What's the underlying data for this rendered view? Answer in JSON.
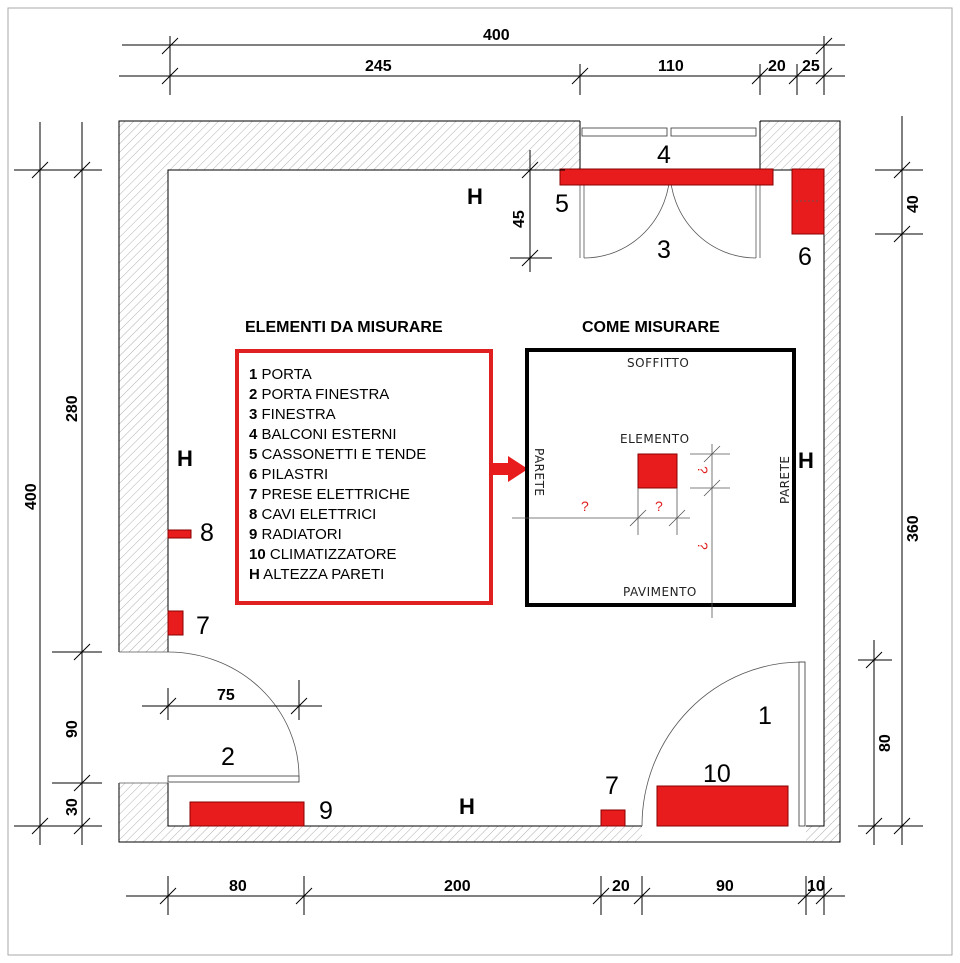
{
  "dimensions": {
    "top_total": "400",
    "top_a": "245",
    "top_b": "110",
    "top_c": "20",
    "top_d": "25",
    "bottom_a": "80",
    "bottom_b": "200",
    "bottom_c": "20",
    "bottom_d": "90",
    "bottom_e": "10",
    "left_total": "400",
    "left_a": "280",
    "left_b": "90",
    "left_c": "30",
    "right_top": "40",
    "right_mid": "360",
    "right_bottom": "80",
    "window_height": "45",
    "door_width": "75"
  },
  "markers": {
    "n1": "1",
    "n2": "2",
    "n3": "3",
    "n4": "4",
    "n5": "5",
    "n6": "6",
    "n7a": "7",
    "n7b": "7",
    "n8": "8",
    "n9": "9",
    "n10": "10",
    "h_top": "H",
    "h_left": "H",
    "h_bottom": "H",
    "h_right": "H"
  },
  "legend": {
    "title": "ELEMENTI DA MISURARE",
    "items": [
      {
        "key": "1",
        "label": "PORTA"
      },
      {
        "key": "2",
        "label": "PORTA FINESTRA"
      },
      {
        "key": "3",
        "label": "FINESTRA"
      },
      {
        "key": "4",
        "label": "BALCONI ESTERNI"
      },
      {
        "key": "5",
        "label": "CASSONETTI E TENDE"
      },
      {
        "key": "6",
        "label": "PILASTRI"
      },
      {
        "key": "7",
        "label": "PRESE ELETTRICHE"
      },
      {
        "key": "8",
        "label": "CAVI ELETTRICI"
      },
      {
        "key": "9",
        "label": "RADIATORI"
      },
      {
        "key": "10",
        "label": "CLIMATIZZATORE"
      },
      {
        "key": "H",
        "label": "ALTEZZA PARETI"
      }
    ],
    "border_color": "#e02020"
  },
  "how_to": {
    "title": "COME MISURARE",
    "ceiling": "SOFFITTO",
    "floor": "PAVIMENTO",
    "element": "ELEMENTO",
    "wall_left": "PARETE",
    "wall_right": "PARETE",
    "question": "?",
    "border_color": "#000000"
  },
  "colors": {
    "accent_red": "#e81c1c",
    "wall_hatch": "#9a9a9a"
  }
}
